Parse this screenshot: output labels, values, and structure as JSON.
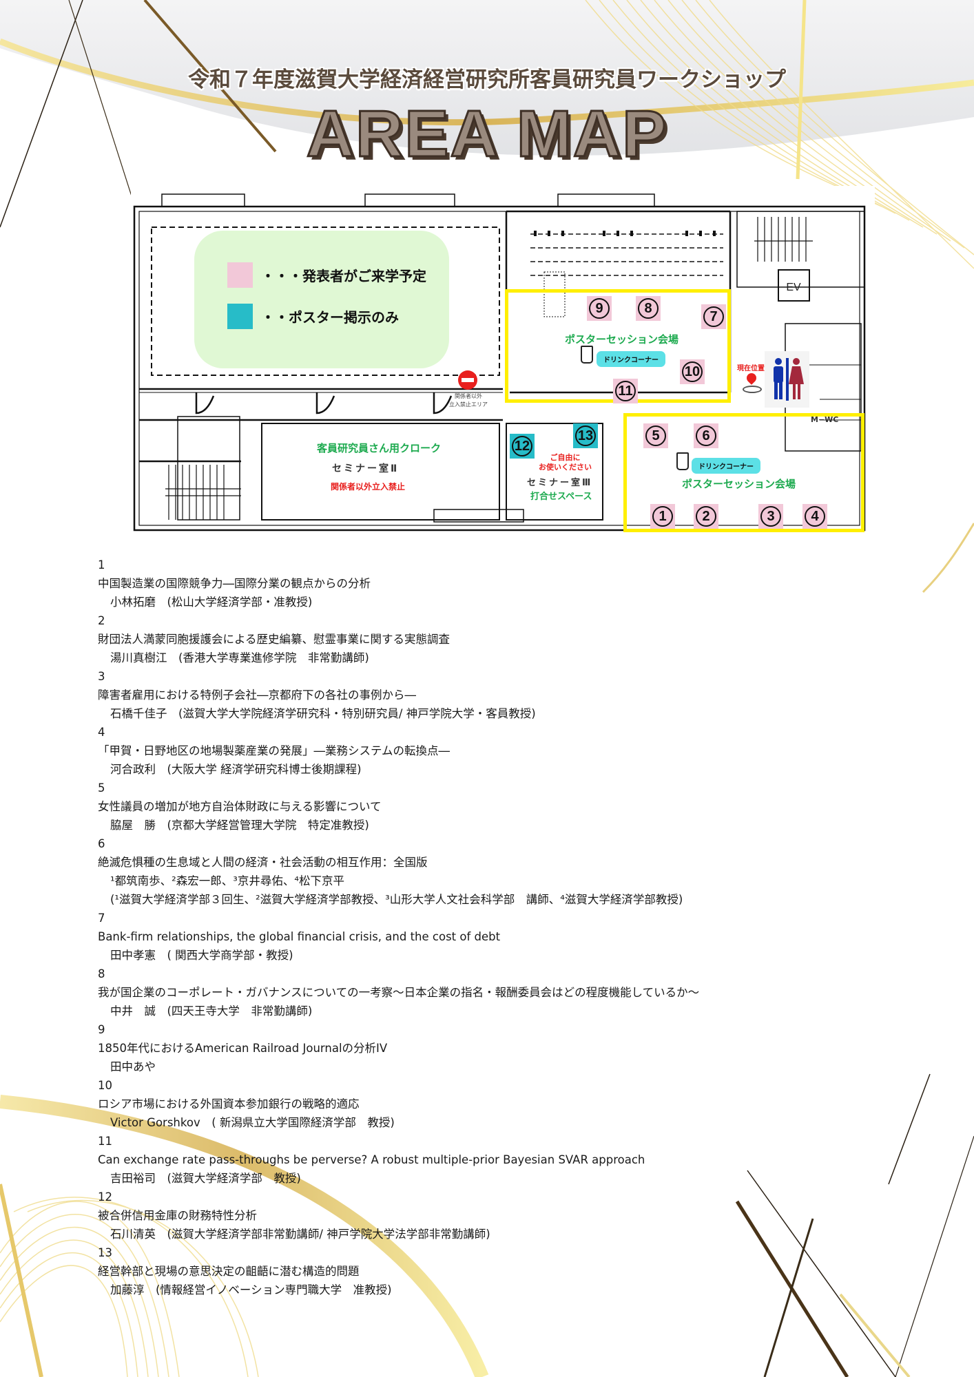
{
  "header": {
    "subtitle": "令和７年度滋賀大学経済経営研究所客員研究員ワークショップ",
    "title": "AREA MAP"
  },
  "legend": {
    "items": [
      {
        "label": "・・・発表者がご来学予定",
        "color": "#f2c8d8"
      },
      {
        "label": "・・ポスター掲示のみ",
        "color": "#27bcc8"
      }
    ]
  },
  "map": {
    "rooms": {
      "poster_north": {
        "label": "ポスターセッション会場",
        "drink": "ドリンクコーナー"
      },
      "poster_south": {
        "label": "ポスターセッション会場",
        "drink": "ドリンクコーナー"
      },
      "cloak": {
        "label": "客員研究員さん用クローク",
        "room": "セミナー室Ⅱ",
        "note": "関係者以外立入禁止"
      },
      "seminar3": {
        "note_line1": "ご自由に",
        "note_line2": "お使いください",
        "room": "セミナー室Ⅲ",
        "label": "打合せスペース"
      },
      "no_entry": {
        "line1": "関係者以外",
        "line2": "立入禁止エリア"
      },
      "current": {
        "label": "現在位置"
      },
      "ev": "EV",
      "wc": "M−WC"
    },
    "markers": [
      {
        "n": "1",
        "type": "pink"
      },
      {
        "n": "2",
        "type": "pink"
      },
      {
        "n": "3",
        "type": "pink"
      },
      {
        "n": "4",
        "type": "pink"
      },
      {
        "n": "5",
        "type": "pink"
      },
      {
        "n": "6",
        "type": "pink"
      },
      {
        "n": "7",
        "type": "pink"
      },
      {
        "n": "8",
        "type": "pink"
      },
      {
        "n": "9",
        "type": "pink"
      },
      {
        "n": "10",
        "type": "pink"
      },
      {
        "n": "11",
        "type": "pink"
      },
      {
        "n": "12",
        "type": "teal"
      },
      {
        "n": "13",
        "type": "teal"
      }
    ],
    "colors": {
      "highlight": "#ffef00",
      "green": "#1daa4f",
      "red": "#e8201e",
      "drink": "#5ce0e6"
    }
  },
  "presentations": [
    {
      "no": "1",
      "title": "中国製造業の国際競争力―国際分業の観点からの分析",
      "author": "小林拓磨　(松山大学経済学部・准教授)"
    },
    {
      "no": "2",
      "title": "財団法人満蒙同胞援護会による歴史編纂、慰霊事業に関する実態調査",
      "author": "湯川真樹江　(香港大学専業進修学院　非常勤講師)"
    },
    {
      "no": "3",
      "title": "障害者雇用における特例子会社―京都府下の各社の事例から―",
      "author": "石橋千佳子　(滋賀大学大学院経済学研究科・特別研究員/ 神戸学院大学・客員教授)"
    },
    {
      "no": "4",
      "title": "「甲賀・日野地区の地場製薬産業の発展」―業務システムの転換点―",
      "author": "河合政利　(大阪大学 経済学研究科博士後期課程)"
    },
    {
      "no": "5",
      "title": "女性議員の増加が地方自治体財政に与える影響について",
      "author": "脇屋　勝　(京都大学経営管理大学院　特定准教授)"
    },
    {
      "no": "6",
      "title": "絶滅危惧種の生息域と人間の経済・社会活動の相互作用：全国版",
      "author": "¹都筑南歩、²森宏一郎、³京井尋佑、⁴松下京平",
      "affil": "(¹滋賀大学経済学部３回生、²滋賀大学経済学部教授、³山形大学人文社会科学部　講師、⁴滋賀大学経済学部教授)"
    },
    {
      "no": "7",
      "title": "Bank-firm relationships, the global financial crisis, and the cost of debt",
      "author": "田中孝憲　( 関西大学商学部・教授)"
    },
    {
      "no": "8",
      "title": "我が国企業のコーポレート・ガバナンスについての一考察〜日本企業の指名・報酬委員会はどの程度機能しているか〜",
      "author": "中井　誠　(四天王寺大学　非常勤講師)"
    },
    {
      "no": "9",
      "title": "1850年代におけるAmerican Railroad Journalの分析IV",
      "author": "田中あや"
    },
    {
      "no": "10",
      "title": "ロシア市場における外国資本参加銀行の戦略的適応",
      "author": "Victor Gorshkov　( 新潟県立大学国際経済学部　教授)"
    },
    {
      "no": "11",
      "title": "Can exchange rate pass-throughs be perverse? A robust multiple-prior Bayesian SVAR approach",
      "author": "吉田裕司　(滋賀大学経済学部　教授)"
    },
    {
      "no": "12",
      "title": "被合併信用金庫の財務特性分析",
      "author": "石川清英　(滋賀大学経済学部非常勤講師/ 神戸学院大学法学部非常勤講師)"
    },
    {
      "no": "13",
      "title": "経営幹部と現場の意思決定の齟齬に潜む構造的問題",
      "author": "加藤淳　(情報経営イノベーション専門職大学　准教授)"
    }
  ]
}
